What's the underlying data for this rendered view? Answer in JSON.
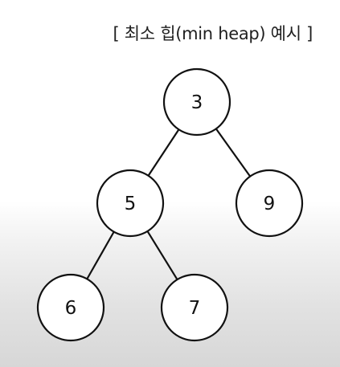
{
  "title": "[ 최소 힙(min heap) 예시 ]",
  "heap": {
    "nodes": [
      {
        "id": "root",
        "value": "3"
      },
      {
        "id": "left",
        "value": "5"
      },
      {
        "id": "right",
        "value": "9"
      },
      {
        "id": "left-left",
        "value": "6"
      },
      {
        "id": "left-right",
        "value": "7"
      }
    ],
    "edges": [
      [
        "root",
        "left"
      ],
      [
        "root",
        "right"
      ],
      [
        "left",
        "left-left"
      ],
      [
        "left",
        "left-right"
      ]
    ]
  }
}
